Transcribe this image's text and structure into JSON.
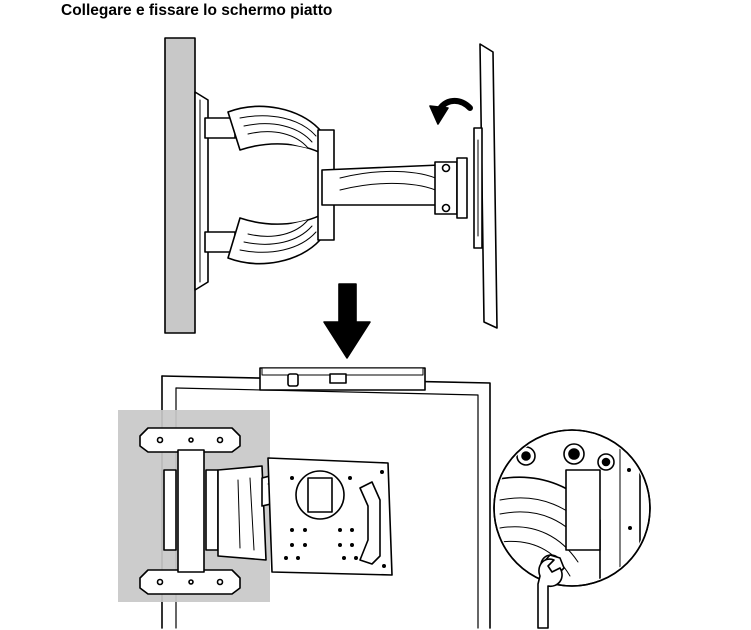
{
  "page": {
    "title": "Collegare e fissare lo schermo piatto"
  },
  "figure": {
    "steps": [
      {
        "name": "attach-screen-to-arm",
        "icons": [
          "wall",
          "articulating-arm",
          "flat-screen",
          "rotate-arrow"
        ]
      },
      {
        "name": "level-and-tighten",
        "icons": [
          "down-arrow",
          "spirit-level",
          "mounted-screen",
          "wall-plate",
          "zoom-detail",
          "wrench"
        ]
      }
    ],
    "colors": {
      "ink": "#000000",
      "wall_fill": "#c8c8c8",
      "background": "#ffffff"
    }
  }
}
